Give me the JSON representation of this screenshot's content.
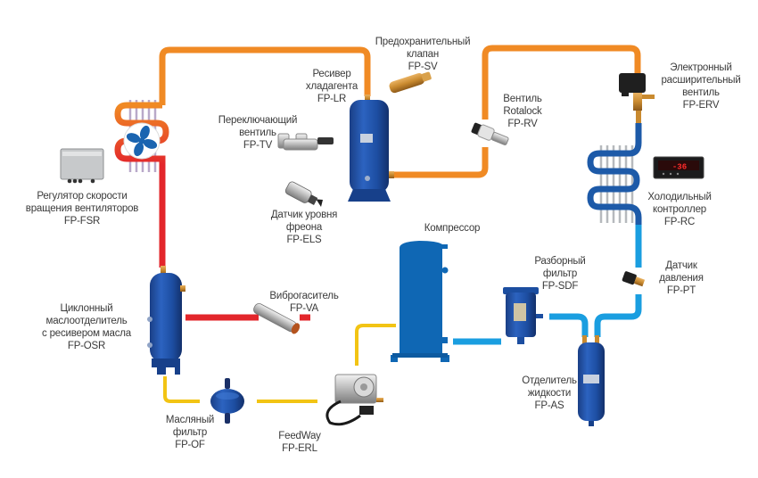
{
  "title": "Холодильный контур — компоненты",
  "colors": {
    "discharge_orange": "#f08a24",
    "hot_red": "#e3262b",
    "oil_yellow": "#f2c414",
    "suction_blue": "#1a9ee0",
    "evaporator_blue": "#1d5aa8",
    "vessel_blue": "#1c4ea0",
    "compressor_blue": "#0f67b4",
    "brass": "#c8923a",
    "text": "#3a3a3a"
  },
  "components": [
    {
      "id": "fsr",
      "lines": [
        "Регулятор скорости",
        "вращения вентиляторов"
      ],
      "code": "FP-FSR",
      "icon": "speed-controller-box"
    },
    {
      "id": "osr",
      "lines": [
        "Циклонный",
        "маслоотделитель",
        "с ресивером масла"
      ],
      "code": "FP-OSR",
      "icon": "oil-separator-vessel"
    },
    {
      "id": "of",
      "lines": [
        "Масляный",
        "фильтр"
      ],
      "code": "FP-OF",
      "icon": "oil-filter"
    },
    {
      "id": "erl",
      "lines": [
        "FeedWay"
      ],
      "code": "FP-ERL",
      "icon": "oil-level-regulator"
    },
    {
      "id": "va",
      "lines": [
        "Виброгаситель"
      ],
      "code": "FP-VA",
      "icon": "vibration-absorber"
    },
    {
      "id": "els",
      "lines": [
        "Датчик уровня",
        "фреона"
      ],
      "code": "FP-ELS",
      "icon": "level-sensor"
    },
    {
      "id": "tv",
      "lines": [
        "Переключающий",
        "вентиль"
      ],
      "code": "FP-TV",
      "icon": "changeover-valve"
    },
    {
      "id": "lr",
      "lines": [
        "Ресивер",
        "хладагента"
      ],
      "code": "FP-LR",
      "icon": "liquid-receiver"
    },
    {
      "id": "sv",
      "lines": [
        "Предохранительный",
        "клапан"
      ],
      "code": "FP-SV",
      "icon": "safety-valve"
    },
    {
      "id": "rv",
      "lines": [
        "Вентиль",
        "Rotalock"
      ],
      "code": "FP-RV",
      "icon": "rotalock-valve"
    },
    {
      "id": "erv",
      "lines": [
        "Электронный",
        "расширительный",
        "вентиль"
      ],
      "code": "FP-ERV",
      "icon": "expansion-valve"
    },
    {
      "id": "rc",
      "lines": [
        "Холодильный",
        "контроллер"
      ],
      "code": "FP-RC",
      "icon": "refrigeration-controller"
    },
    {
      "id": "pt",
      "lines": [
        "Датчик",
        "давления"
      ],
      "code": "FP-PT",
      "icon": "pressure-transducer"
    },
    {
      "id": "sdf",
      "lines": [
        "Разборный",
        "фильтр"
      ],
      "code": "FP-SDF",
      "icon": "serviceable-filter"
    },
    {
      "id": "as",
      "lines": [
        "Отделитель",
        "жидкости"
      ],
      "code": "FP-AS",
      "icon": "suction-accumulator"
    },
    {
      "id": "comp",
      "lines": [
        "Компрессор"
      ],
      "code": "",
      "icon": "compressor"
    }
  ],
  "controller_display": "-36"
}
